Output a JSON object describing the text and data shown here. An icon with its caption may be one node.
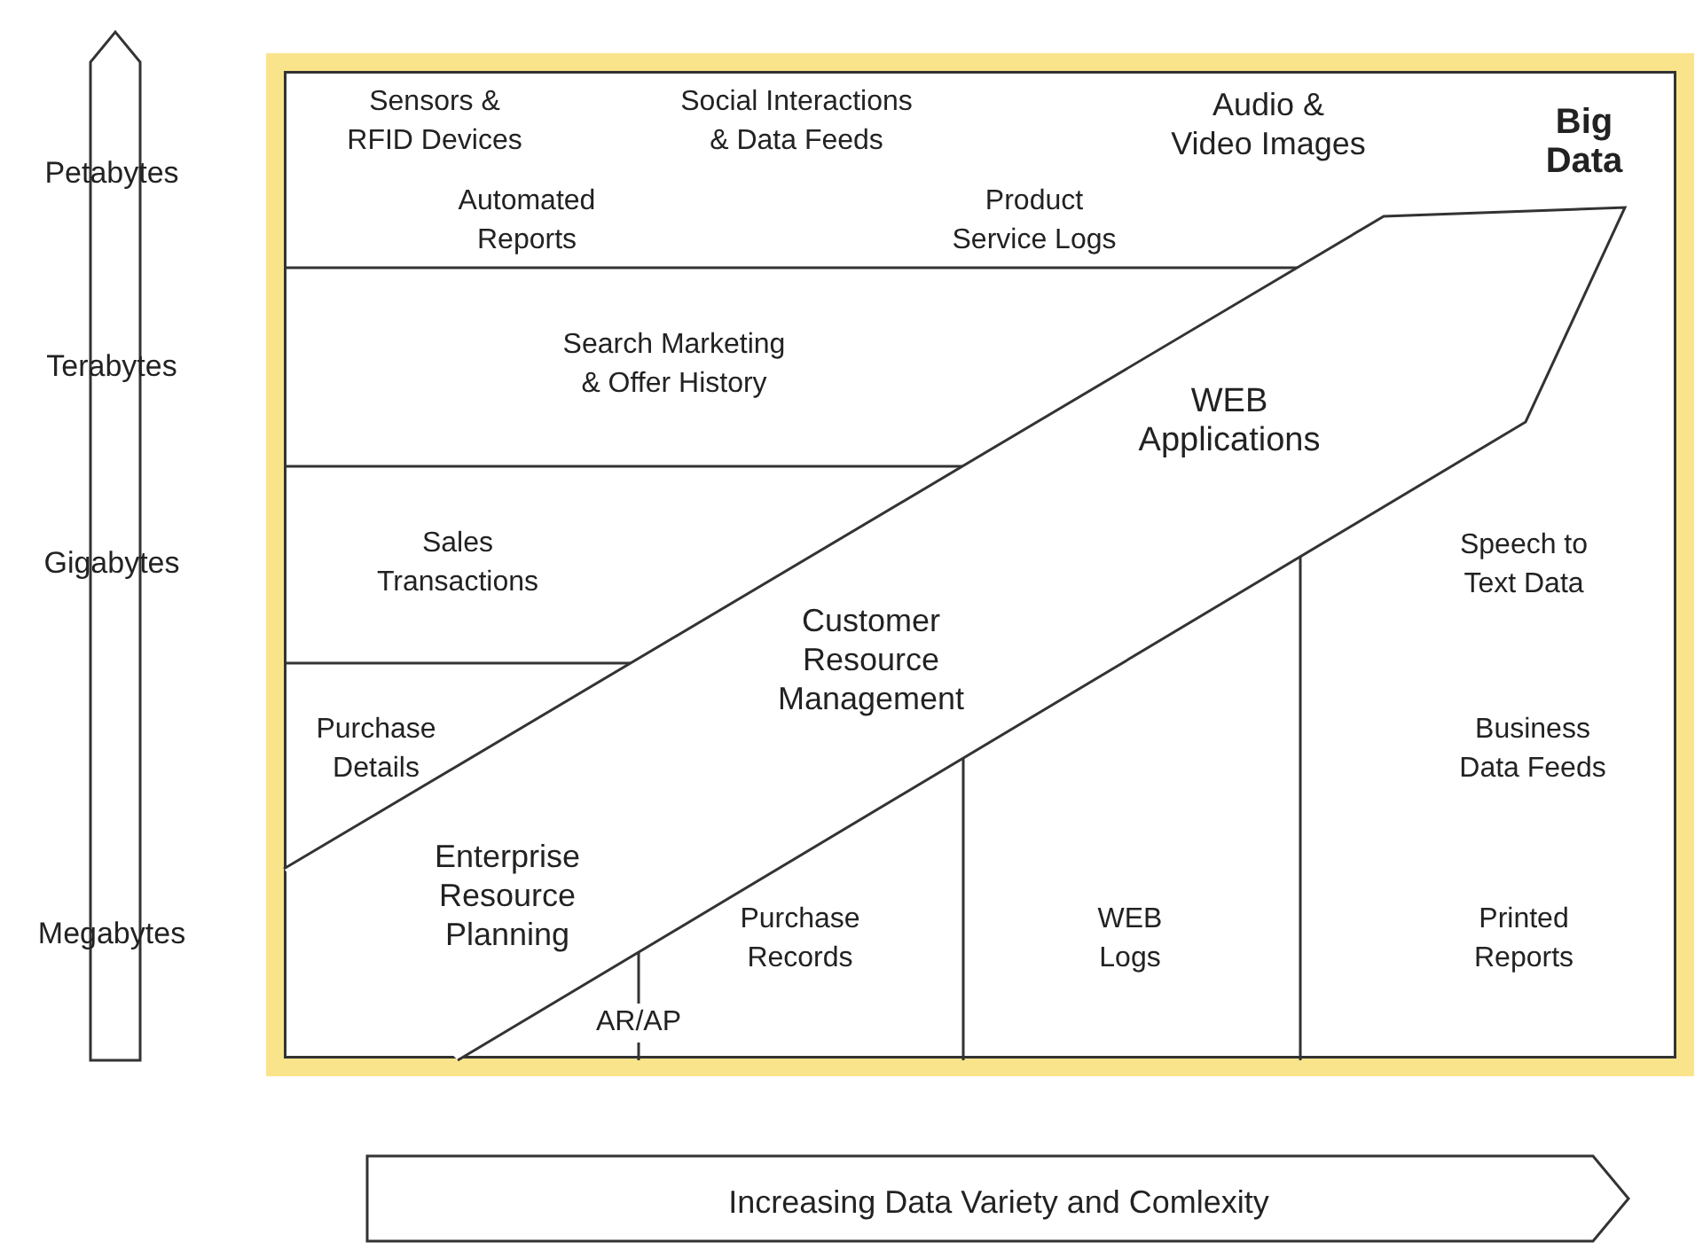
{
  "diagram": {
    "nodes": [
      {
        "text": [
          "Big Data"
        ]
      },
      {
        "text": [
          "WEB Applications",
          "Customer Resource Management",
          "Enterprise Resource Planning"
        ],
        "in": 0
      },
      {
        "text": [
          "Sensors & RFID Devices",
          "Social Interactions & Data Feeds",
          "Audio & Video Images",
          "Automated Reports",
          "Product Service Logs"
        ],
        "in": 0
      },
      {
        "text": [
          "Search Marketing & Offer History"
        ],
        "in": 0
      },
      {
        "text": [
          "Sales Transactions"
        ],
        "in": 0
      },
      {
        "text": [
          "Purchase Details"
        ],
        "in": 0
      },
      {
        "text": [
          "Purchase Records"
        ],
        "in": 0
      },
      {
        "text": [
          "AR/AP"
        ],
        "in": 0
      },
      {
        "text": [
          "WEB Logs"
        ],
        "in": 0
      },
      {
        "text": [
          "Speech to Text Data",
          "Business Data Feeds",
          "Printed Reports"
        ],
        "in": 0
      },
      {
        "text": [
          "Petabytes",
          "Terabytes",
          "Gigabytes",
          "Megabytes"
        ]
      },
      {
        "text": [
          "Increasing Data Variety and Comlexity"
        ]
      }
    ],
    "edges": []
  }
}
